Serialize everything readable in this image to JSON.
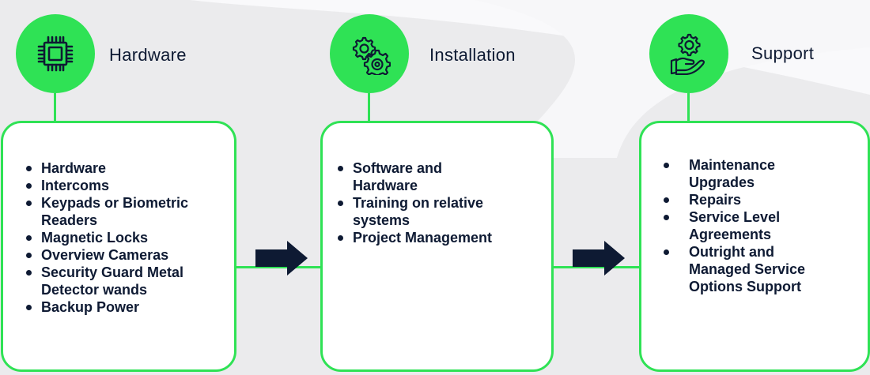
{
  "colors": {
    "accent": "#2fe255",
    "text": "#0e1a33",
    "arrow": "#0e1a33",
    "card_background": "#ffffff",
    "page_background": "#ebebed"
  },
  "stages": [
    {
      "title": "Hardware",
      "icon": "cpu-chip-icon",
      "items": [
        "Hardware",
        "Intercoms",
        "Keypads or Biometric Readers",
        "Magnetic Locks",
        "Overview Cameras",
        "Security Guard Metal Detector wands",
        "Backup Power"
      ]
    },
    {
      "title": "Installation",
      "icon": "gears-icon",
      "items": [
        "Software and Hardware",
        "Training on relative systems",
        "Project Management"
      ]
    },
    {
      "title": "Support",
      "icon": "hand-gear-icon",
      "items": [
        "Maintenance Upgrades",
        "Repairs",
        "Service Level Agreements",
        "Outright and Managed Service Options Support"
      ]
    }
  ]
}
